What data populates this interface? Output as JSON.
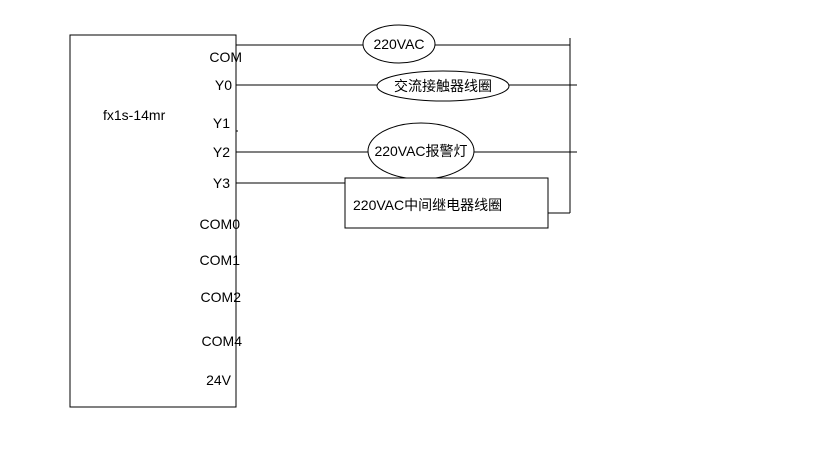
{
  "colors": {
    "line": "#000000",
    "background": "#ffffff",
    "text": "#000000"
  },
  "plc": {
    "label": "fx1s-14mr",
    "terminals": [
      "COM",
      "Y0",
      "Y1",
      "Y2",
      "Y3",
      "COM0",
      "COM1",
      "COM2",
      "COM4",
      "24V"
    ]
  },
  "loads": {
    "supply": "220VAC",
    "contactor": "交流接触器线圈",
    "alarm": "220VAC报警灯",
    "relay": "220VAC中间继电器线圈"
  }
}
